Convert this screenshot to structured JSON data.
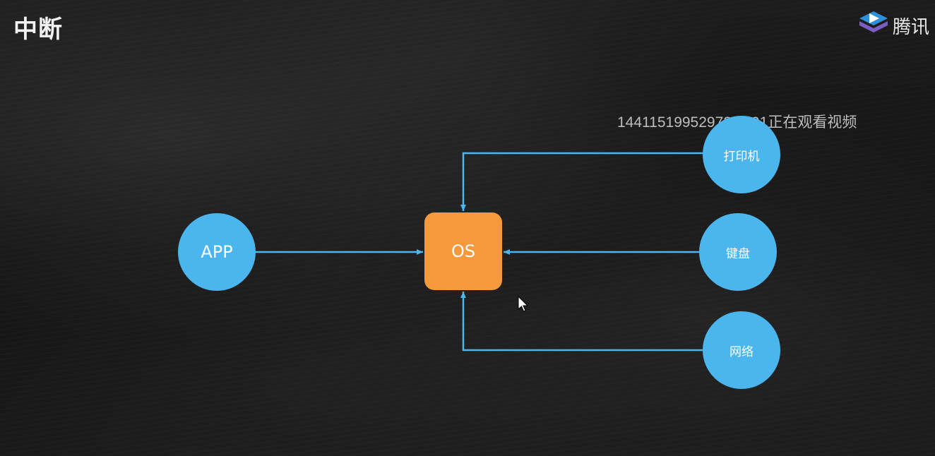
{
  "slide": {
    "title": "中断"
  },
  "brand": {
    "logo_text": "腾讯",
    "icon": "tencent-classroom-play-icon"
  },
  "watermark": {
    "text": "14411519952972O591正在观看视频"
  },
  "diagram": {
    "center": {
      "label": "OS",
      "color": "#f49a3c"
    },
    "sources": {
      "app": "APP",
      "printer": "打印机",
      "keyboard": "键盘",
      "network": "网络"
    },
    "node_color": "#4bb6ee",
    "arrow_color": "#4bb6ee"
  },
  "pointer": {
    "icon": "mouse-cursor-icon"
  }
}
